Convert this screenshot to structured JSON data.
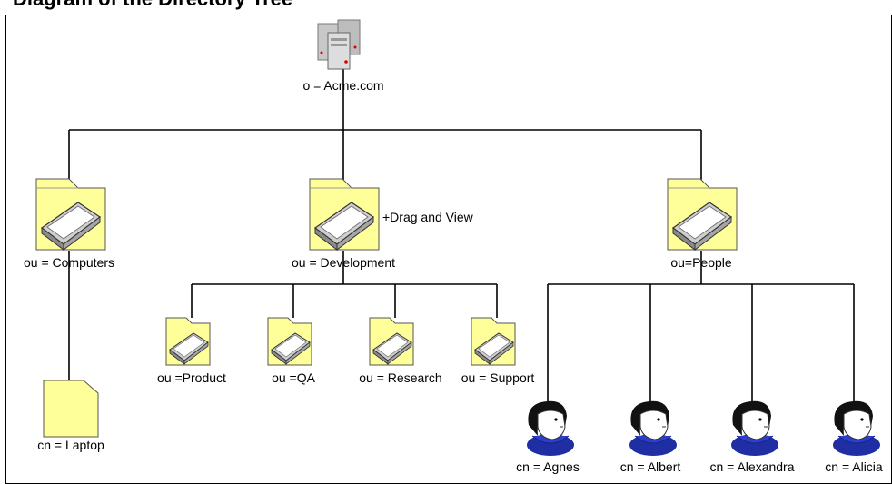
{
  "title": "Diagram of the Directory Tree",
  "colors": {
    "folder_fill": "#ffff99",
    "folder_stroke": "#555555",
    "line": "#000000",
    "frame": "#000000",
    "person_shirt": "#1f2fa3",
    "person_hair": "#111111"
  },
  "root": {
    "label": "o = Acme.com",
    "icon": "server-icon"
  },
  "drag_hint": "+Drag and View",
  "ous": [
    {
      "id": "computers",
      "label": "ou = Computers",
      "icon": "folder-scanner-icon"
    },
    {
      "id": "development",
      "label": "ou = Development",
      "icon": "folder-scanner-icon"
    },
    {
      "id": "people",
      "label": "ou=People",
      "icon": "folder-scanner-icon"
    }
  ],
  "computers_children": [
    {
      "label": "cn = Laptop",
      "icon": "folder-icon"
    }
  ],
  "development_children": [
    {
      "label": "ou =Product",
      "icon": "folder-scanner-icon"
    },
    {
      "label": "ou =QA",
      "icon": "folder-scanner-icon"
    },
    {
      "label": "ou = Research",
      "icon": "folder-scanner-icon"
    },
    {
      "label": "ou = Support",
      "icon": "folder-scanner-icon"
    }
  ],
  "people_children": [
    {
      "label": "cn = Agnes",
      "icon": "person-icon"
    },
    {
      "label": "cn = Albert",
      "icon": "person-icon"
    },
    {
      "label": "cn = Alexandra",
      "icon": "person-icon"
    },
    {
      "label": "cn = Alicia",
      "icon": "person-icon"
    }
  ]
}
